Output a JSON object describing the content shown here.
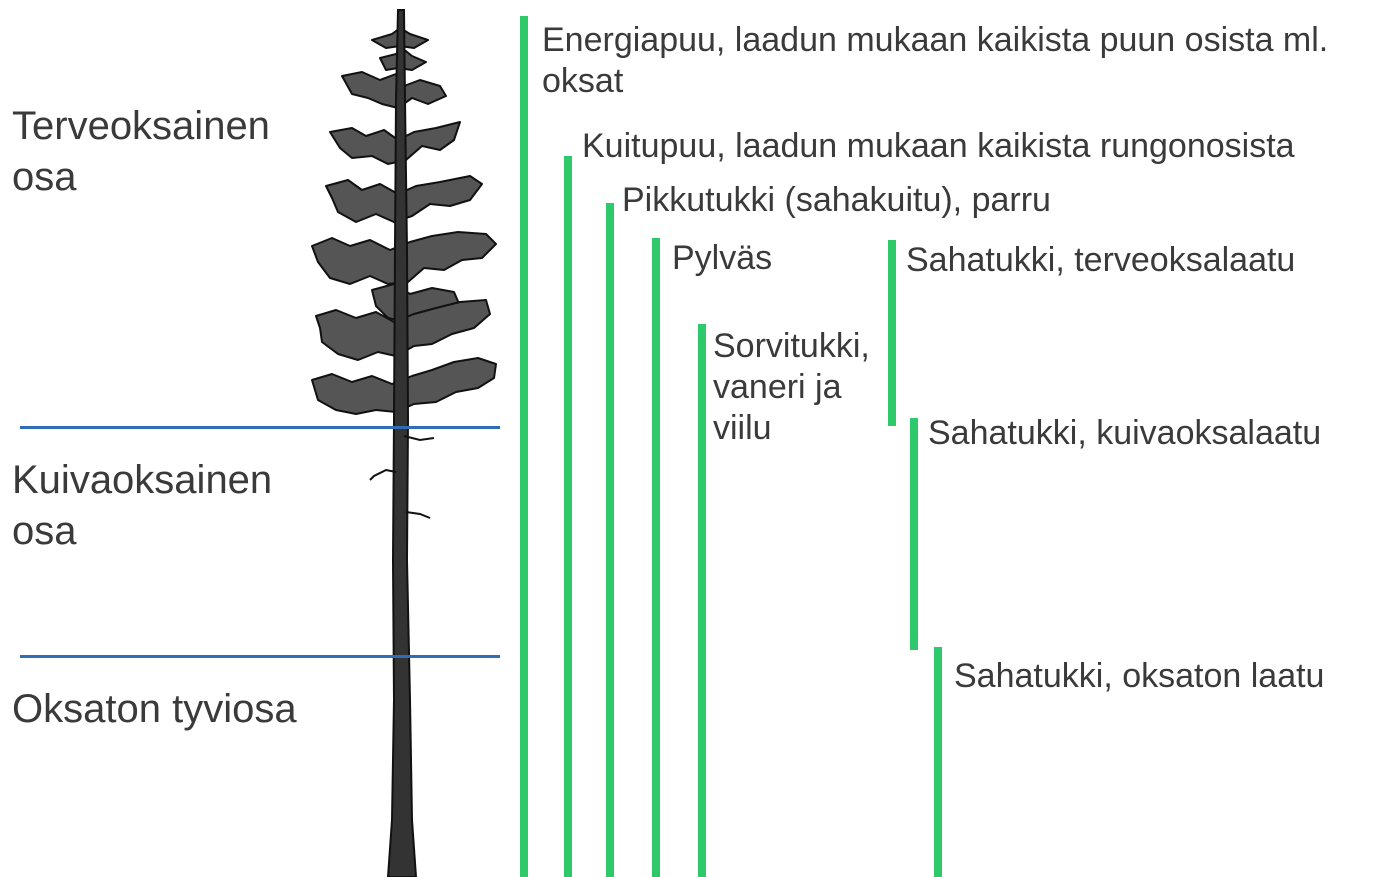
{
  "colors": {
    "bar": "#2ec96b",
    "divider": "#2f6db5",
    "text": "#3a3a3a",
    "tree_foliage": "#555555",
    "tree_outline": "#111111"
  },
  "zones": {
    "healthy_branch": "Terveoksainen osa",
    "dry_branch": "Kuivaoksainen osa",
    "knotless_butt": "Oksaton tyviosa"
  },
  "assortments": {
    "energy_wood": "Energiapuu, laadun mukaan kaikista puun osista ml. oksat",
    "pulpwood": "Kuitupuu, laadun mukaan kaikista rungonosista",
    "small_log": "Pikkutukki (sahakuitu), parru",
    "pole": "Pylväs",
    "veneer_log": "Sorvitukki, vaneri ja viilu",
    "saw_log_healthy": "Sahatukki, terveoksalaatu",
    "saw_log_dry": "Sahatukki, kuivaoksalaatu",
    "saw_log_knotless": "Sahatukki, oksaton laatu"
  }
}
